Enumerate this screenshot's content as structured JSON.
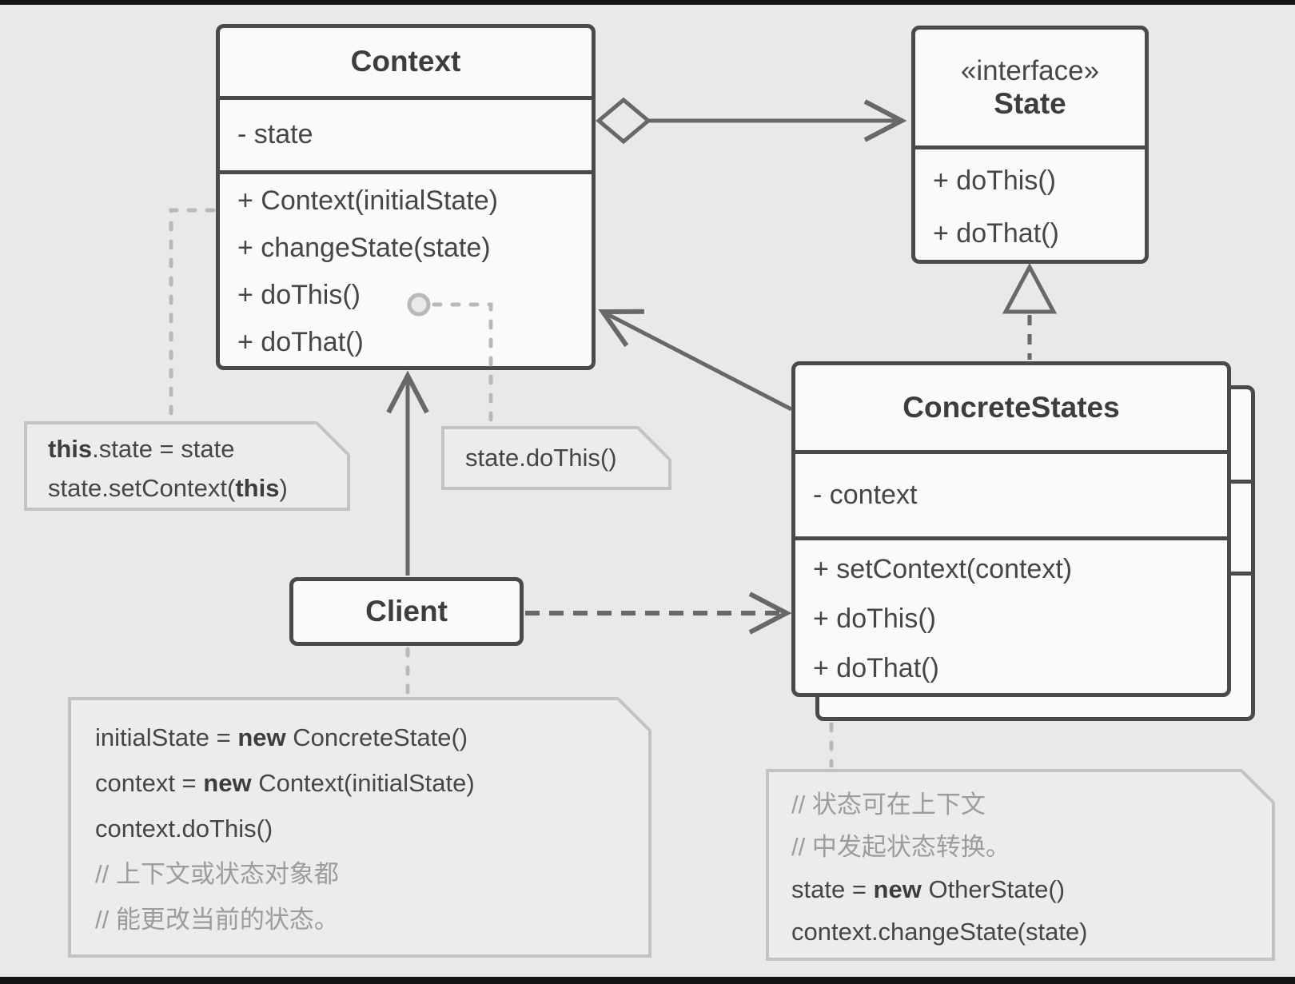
{
  "colors": {
    "background": "#e9e9e9",
    "box_fill": "#fafafa",
    "box_border": "#4a4a4a",
    "arrow": "#686868",
    "note_border": "#c3c3c3",
    "note_fill": "#ececec",
    "text": "#464646",
    "comment_text": "#9c9c9c",
    "dotted_connector": "#b9b9b9",
    "frame_bar": "#151515"
  },
  "classes": {
    "context": {
      "title": "Context",
      "attributes": [
        "- state"
      ],
      "methods": [
        "+ Context(initialState)",
        "+ changeState(state)",
        "+ doThis()",
        "+ doThat()"
      ]
    },
    "state": {
      "stereotype": "«interface»",
      "title": "State",
      "methods": [
        "+ doThis()",
        "+ doThat()"
      ]
    },
    "concrete_states": {
      "title": "ConcreteStates",
      "attributes": [
        "- context"
      ],
      "methods": [
        "+ setContext(context)",
        "+ doThis()",
        "+ doThat()"
      ]
    },
    "client": {
      "title": "Client"
    }
  },
  "notes": {
    "assign_state": {
      "lines": [
        [
          {
            "t": "this",
            "bold": true
          },
          {
            "t": ".state = state"
          }
        ],
        [
          {
            "t": "state.setContext("
          },
          {
            "t": "this",
            "bold": true
          },
          {
            "t": ")"
          }
        ]
      ]
    },
    "delegate": {
      "lines": [
        [
          {
            "t": "state.doThis()"
          }
        ]
      ]
    },
    "client_usage": {
      "lines": [
        [
          {
            "t": "initialState = "
          },
          {
            "t": "new",
            "bold": true
          },
          {
            "t": " ConcreteState()"
          }
        ],
        [
          {
            "t": "context = "
          },
          {
            "t": "new",
            "bold": true
          },
          {
            "t": " Context(initialState)"
          }
        ],
        [
          {
            "t": "context.doThis()"
          }
        ],
        [
          {
            "t": "// 上下文或状态对象都",
            "comment": true
          }
        ],
        [
          {
            "t": "// 能更改当前的状态。",
            "comment": true
          }
        ]
      ]
    },
    "transition": {
      "lines": [
        [
          {
            "t": "// 状态可在上下文",
            "comment": true
          }
        ],
        [
          {
            "t": "// 中发起状态转换。",
            "comment": true
          }
        ],
        [
          {
            "t": "state = "
          },
          {
            "t": "new",
            "bold": true
          },
          {
            "t": " OtherState()"
          }
        ],
        [
          {
            "t": "context.changeState(state)"
          }
        ]
      ]
    }
  },
  "connectors": {
    "context_to_state": "aggregation",
    "concretestates_to_state": "realization",
    "concretestates_to_context": "association",
    "client_to_context": "association",
    "client_to_concretestates": "dependency"
  }
}
